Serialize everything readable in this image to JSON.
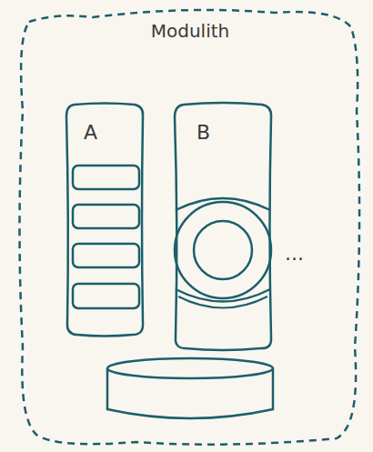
{
  "diagram": {
    "nodes": [
      {
        "text": [
          "Modulith"
        ]
      },
      {
        "text": [
          "A"
        ],
        "in": 0
      },
      {
        "text": [
          "B"
        ],
        "in": 0
      }
    ],
    "labels": [
      "..."
    ]
  }
}
